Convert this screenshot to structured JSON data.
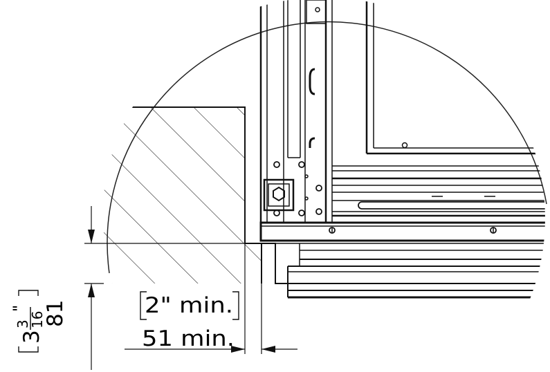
{
  "dimensions": {
    "horizontal": {
      "imperial": "2\" min.",
      "metric": "51 min."
    },
    "vertical": {
      "imperial_whole": "3",
      "imperial_numerator": "3",
      "imperial_inch_mark": "\"",
      "imperial_denominator": "16",
      "metric": "81"
    }
  }
}
